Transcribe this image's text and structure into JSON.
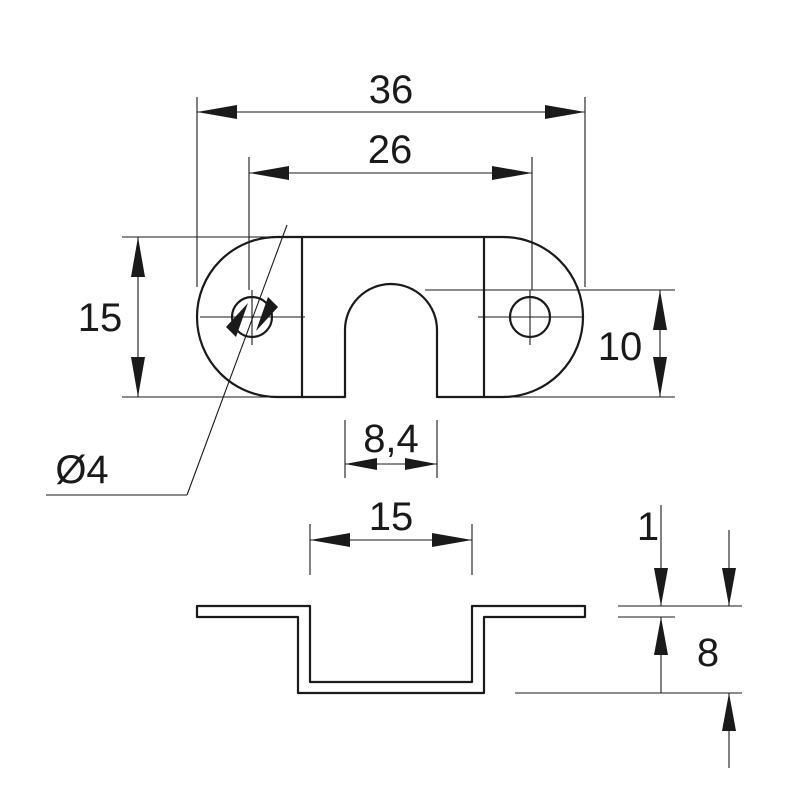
{
  "dimensions": {
    "overall_length": "36",
    "hole_spacing": "26",
    "width": "15",
    "height_to_hole": "10",
    "slot_width": "8,4",
    "hole_diameter": "Ø4",
    "channel_width": "15",
    "thickness": "1",
    "depth": "8"
  },
  "colors": {
    "line": "#1a1a1a",
    "background": "#ffffff"
  }
}
